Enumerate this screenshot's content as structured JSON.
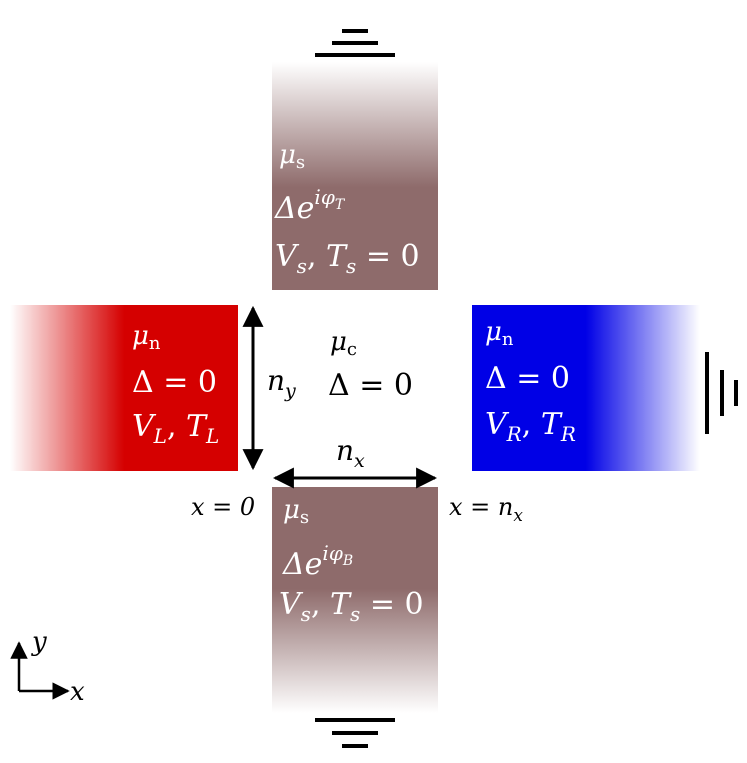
{
  "colors": {
    "superconductor": "#8E6B6B",
    "left_lead": "#D50000",
    "right_lead": "#0000E6",
    "text_on_lead": "#FFFFFF",
    "text_center": "#000000"
  },
  "top_lead": {
    "mu": "μ",
    "mu_sub": "s",
    "gap_base": "Δe",
    "gap_exp": "iφ",
    "gap_exp_sub": "T",
    "vt_V": "V",
    "vt_V_sub": "s",
    "vt_T": "T",
    "vt_T_sub": "s",
    "vt_eq": " = 0"
  },
  "bottom_lead": {
    "mu": "μ",
    "mu_sub": "s",
    "gap_base": "Δe",
    "gap_exp": "iφ",
    "gap_exp_sub": "B",
    "vt_V": "V",
    "vt_V_sub": "s",
    "vt_T": "T",
    "vt_T_sub": "s",
    "vt_eq": " = 0"
  },
  "left_lead": {
    "mu": "μ",
    "mu_sub": "n",
    "gap": "Δ = 0",
    "vt_V": "V",
    "vt_V_sub": "L",
    "vt_T": "T",
    "vt_T_sub": "L"
  },
  "right_lead": {
    "mu": "μ",
    "mu_sub": "n",
    "gap": "Δ = 0",
    "vt_V": "V",
    "vt_V_sub": "R",
    "vt_T": "T",
    "vt_T_sub": "R"
  },
  "center": {
    "mu": "μ",
    "mu_sub": "c",
    "gap": "Δ = 0"
  },
  "dimensions": {
    "ny": "n",
    "ny_sub": "y",
    "nx": "n",
    "nx_sub": "x"
  },
  "coords": {
    "x0": "x = 0",
    "xn": "x = n",
    "xn_sub": "x"
  },
  "axes": {
    "y": "y",
    "x": "x"
  }
}
